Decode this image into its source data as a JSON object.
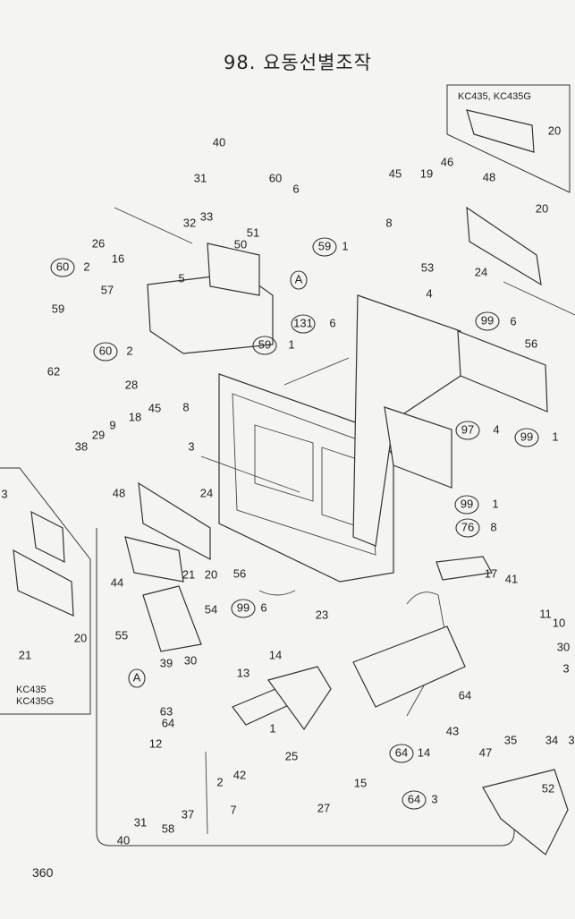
{
  "page": {
    "title": "98. 요동선별조작",
    "page_number": "360",
    "inset_top_right": "KC435, KC435G",
    "inset_left_line1": "KC435",
    "inset_left_line2": "KC435G"
  },
  "callouts": [
    {
      "id": "c1",
      "text": "20"
    },
    {
      "id": "c2",
      "text": "40"
    },
    {
      "id": "c3",
      "text": "31"
    },
    {
      "id": "c4",
      "text": "60"
    },
    {
      "id": "c5",
      "text": "6"
    },
    {
      "id": "c6",
      "text": "45"
    },
    {
      "id": "c7",
      "text": "19"
    },
    {
      "id": "c8",
      "text": "46"
    },
    {
      "id": "c9",
      "text": "48"
    },
    {
      "id": "c10",
      "text": "20"
    },
    {
      "id": "c11",
      "text": "32"
    },
    {
      "id": "c12",
      "text": "33"
    },
    {
      "id": "c13",
      "text": "8"
    },
    {
      "id": "c14",
      "text": "26"
    },
    {
      "id": "c15",
      "text": "16"
    },
    {
      "id": "c16",
      "text": "50"
    },
    {
      "id": "c17",
      "text": "51"
    },
    {
      "id": "c18",
      "text": "59"
    },
    {
      "id": "c19",
      "text": "1"
    },
    {
      "id": "c20",
      "text": "53"
    },
    {
      "id": "c21",
      "text": "24"
    },
    {
      "id": "c22",
      "text": "60"
    },
    {
      "id": "c23",
      "text": "2"
    },
    {
      "id": "c24",
      "text": "5"
    },
    {
      "id": "c25",
      "text": "A"
    },
    {
      "id": "c26",
      "text": "57"
    },
    {
      "id": "c27",
      "text": "4"
    },
    {
      "id": "c28",
      "text": "99"
    },
    {
      "id": "c29",
      "text": "6"
    },
    {
      "id": "c30",
      "text": "131"
    },
    {
      "id": "c31",
      "text": "6"
    },
    {
      "id": "c32",
      "text": "59"
    },
    {
      "id": "c33",
      "text": "62"
    },
    {
      "id": "c34",
      "text": "60"
    },
    {
      "id": "c35",
      "text": "2"
    },
    {
      "id": "c36",
      "text": "59"
    },
    {
      "id": "c37",
      "text": "1"
    },
    {
      "id": "c38",
      "text": "56"
    },
    {
      "id": "c39",
      "text": "28"
    },
    {
      "id": "c40",
      "text": "45"
    },
    {
      "id": "c41",
      "text": "8"
    },
    {
      "id": "c42",
      "text": "18"
    },
    {
      "id": "c43",
      "text": "9"
    },
    {
      "id": "c44",
      "text": "38"
    },
    {
      "id": "c45",
      "text": "29"
    },
    {
      "id": "c46",
      "text": "3"
    },
    {
      "id": "c47",
      "text": "97"
    },
    {
      "id": "c48",
      "text": "4"
    },
    {
      "id": "c49",
      "text": "99"
    },
    {
      "id": "c50",
      "text": "1"
    },
    {
      "id": "c51",
      "text": "48"
    },
    {
      "id": "c52",
      "text": "24"
    },
    {
      "id": "c53",
      "text": "99"
    },
    {
      "id": "c54",
      "text": "1"
    },
    {
      "id": "c55",
      "text": "76"
    },
    {
      "id": "c56",
      "text": "8"
    },
    {
      "id": "c57",
      "text": "44"
    },
    {
      "id": "c58",
      "text": "21"
    },
    {
      "id": "c59",
      "text": "20"
    },
    {
      "id": "c60",
      "text": "56"
    },
    {
      "id": "c61",
      "text": "17"
    },
    {
      "id": "c62",
      "text": "41"
    },
    {
      "id": "c63",
      "text": "20"
    },
    {
      "id": "c64",
      "text": "21"
    },
    {
      "id": "c65",
      "text": "55"
    },
    {
      "id": "c66",
      "text": "54"
    },
    {
      "id": "c67",
      "text": "99"
    },
    {
      "id": "c68",
      "text": "6"
    },
    {
      "id": "c69",
      "text": "23"
    },
    {
      "id": "c70",
      "text": "11"
    },
    {
      "id": "c71",
      "text": "10"
    },
    {
      "id": "c72",
      "text": "30"
    },
    {
      "id": "c73",
      "text": "39"
    },
    {
      "id": "c74",
      "text": "30"
    },
    {
      "id": "c75",
      "text": "13"
    },
    {
      "id": "c76",
      "text": "14"
    },
    {
      "id": "c77",
      "text": "A"
    },
    {
      "id": "c78",
      "text": "63"
    },
    {
      "id": "c79",
      "text": "64"
    },
    {
      "id": "c80",
      "text": "1"
    },
    {
      "id": "c81",
      "text": "25"
    },
    {
      "id": "c82",
      "text": "12"
    },
    {
      "id": "c83",
      "text": "42"
    },
    {
      "id": "c84",
      "text": "2"
    },
    {
      "id": "c85",
      "text": "64"
    },
    {
      "id": "c86",
      "text": "14"
    },
    {
      "id": "c87",
      "text": "43"
    },
    {
      "id": "c88",
      "text": "64"
    },
    {
      "id": "c89",
      "text": "47"
    },
    {
      "id": "c90",
      "text": "35"
    },
    {
      "id": "c91",
      "text": "34"
    },
    {
      "id": "c92",
      "text": "3"
    },
    {
      "id": "c93",
      "text": "15"
    },
    {
      "id": "c94",
      "text": "7"
    },
    {
      "id": "c95",
      "text": "37"
    },
    {
      "id": "c96",
      "text": "31"
    },
    {
      "id": "c97",
      "text": "58"
    },
    {
      "id": "c98",
      "text": "40"
    },
    {
      "id": "c99",
      "text": "27"
    },
    {
      "id": "c100",
      "text": "64"
    },
    {
      "id": "c101",
      "text": "3"
    },
    {
      "id": "c102",
      "text": "52"
    },
    {
      "id": "c103",
      "text": "3"
    },
    {
      "id": "c104",
      "text": "3"
    }
  ]
}
